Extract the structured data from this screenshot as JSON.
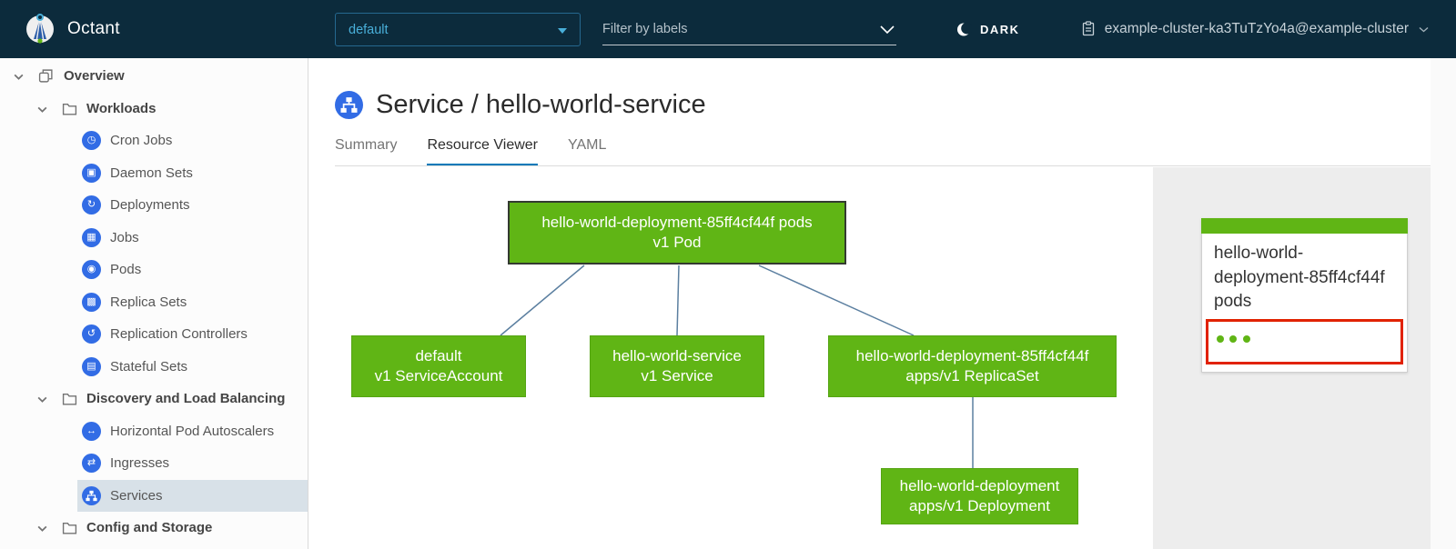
{
  "header": {
    "app_name": "Octant",
    "namespace_selector": {
      "value": "default"
    },
    "filter": {
      "placeholder": "Filter by labels"
    },
    "theme_toggle": {
      "label": "DARK"
    },
    "context_selector": {
      "label": "example-cluster-ka3TuTzYo4a@example-cluster"
    }
  },
  "sidebar": {
    "items": [
      {
        "label": "Overview",
        "icon": "overview-icon",
        "type": "root"
      },
      {
        "label": "Workloads",
        "icon": "folder-icon",
        "type": "group"
      },
      {
        "label": "Cron Jobs",
        "icon": "cron-jobs-icon",
        "glyph": "◷"
      },
      {
        "label": "Daemon Sets",
        "icon": "daemon-sets-icon",
        "glyph": "▣"
      },
      {
        "label": "Deployments",
        "icon": "deployments-icon",
        "glyph": "↻"
      },
      {
        "label": "Jobs",
        "icon": "jobs-icon",
        "glyph": "▦"
      },
      {
        "label": "Pods",
        "icon": "pods-icon",
        "glyph": "◉"
      },
      {
        "label": "Replica Sets",
        "icon": "replica-sets-icon",
        "glyph": "▩"
      },
      {
        "label": "Replication Controllers",
        "icon": "replication-controllers-icon",
        "glyph": "↺"
      },
      {
        "label": "Stateful Sets",
        "icon": "stateful-sets-icon",
        "glyph": "▤"
      },
      {
        "label": "Discovery and Load Balancing",
        "icon": "folder-icon",
        "type": "group"
      },
      {
        "label": "Horizontal Pod Autoscalers",
        "icon": "hpa-icon",
        "glyph": "↔"
      },
      {
        "label": "Ingresses",
        "icon": "ingresses-icon",
        "glyph": "⇄"
      },
      {
        "label": "Services",
        "icon": "services-icon",
        "selected": true
      },
      {
        "label": "Config and Storage",
        "icon": "folder-icon",
        "type": "group"
      }
    ]
  },
  "main": {
    "title": "Service / hello-world-service",
    "title_icon": "service-icon",
    "tabs": [
      {
        "label": "Summary",
        "active": false
      },
      {
        "label": "Resource Viewer",
        "active": true
      },
      {
        "label": "YAML",
        "active": false
      }
    ]
  },
  "graph": {
    "nodes": [
      {
        "name": "hello-world-deployment-85ff4cf44f pods",
        "kind": "v1 Pod",
        "selected": true
      },
      {
        "name": "default",
        "kind": "v1 ServiceAccount",
        "selected": false
      },
      {
        "name": "hello-world-service",
        "kind": "v1 Service",
        "selected": false
      },
      {
        "name": "hello-world-deployment-85ff4cf44f",
        "kind": "apps/v1 ReplicaSet",
        "selected": false
      },
      {
        "name": "hello-world-deployment",
        "kind": "apps/v1 Deployment",
        "selected": false
      }
    ],
    "edges": [
      {
        "from": "pod",
        "to": "serviceaccount"
      },
      {
        "from": "pod",
        "to": "service"
      },
      {
        "from": "pod",
        "to": "replicaset"
      },
      {
        "from": "replicaset",
        "to": "deployment"
      }
    ]
  },
  "detail_panel": {
    "card": {
      "title": "hello-world-deployment-85ff4cf44f pods",
      "status_dots": 3
    }
  },
  "colors": {
    "header_bg": "#0c2b3c",
    "accent_blue": "#49afd9",
    "k8s_icon_blue": "#326ce5",
    "node_green": "#60b515",
    "selection_red": "#e12200",
    "active_tab_blue": "#0079b8",
    "edge_blue": "#5b7fa0",
    "selected_row_bg": "#d8e1e8"
  }
}
